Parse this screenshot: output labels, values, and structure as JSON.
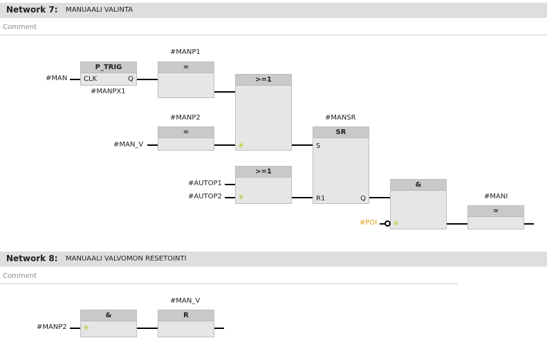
{
  "networks": [
    {
      "number": "Network 7:",
      "title": "MANUAALI VALINTA",
      "comment": "Comment"
    },
    {
      "number": "Network 8:",
      "title": "MANUAALI VALVOMON RESETOINTI",
      "comment": "Comment"
    }
  ],
  "n7": {
    "ptrig": {
      "name": "P_TRIG",
      "in": "CLK",
      "out": "Q",
      "instance": "#MANPX1"
    },
    "in_man": "#MAN",
    "coil1": {
      "operand": "#MANP1",
      "symbol": "="
    },
    "or1": {
      "symbol": ">=1"
    },
    "coil2": {
      "operand": "#MANP2",
      "symbol": "="
    },
    "in_man_v": "#MAN_V",
    "sr": {
      "instance": "#MANSR",
      "name": "SR",
      "set": "S",
      "reset": "R1",
      "out": "Q"
    },
    "or2": {
      "symbol": ">=1"
    },
    "in_autop1": "#AUTOP1",
    "in_autop2": "#AUTOP2",
    "and": {
      "symbol": "&"
    },
    "in_poi": "#POI",
    "out_coil": {
      "operand": "#MANI",
      "symbol": "="
    }
  },
  "n8": {
    "in_manp2": "#MANP2",
    "and": {
      "symbol": "&"
    },
    "reset": {
      "operand": "#MAN_V",
      "symbol": "R"
    }
  },
  "icons": {
    "wildcard": "sparkle-icon",
    "negation": "negation-circle-icon"
  },
  "colors": {
    "header_bg": "#dedede",
    "block_bg": "#e6e6e6",
    "block_header": "#c9c9c9",
    "wildcard": "#b2c51a",
    "highlight_operand": "#e6a019"
  }
}
